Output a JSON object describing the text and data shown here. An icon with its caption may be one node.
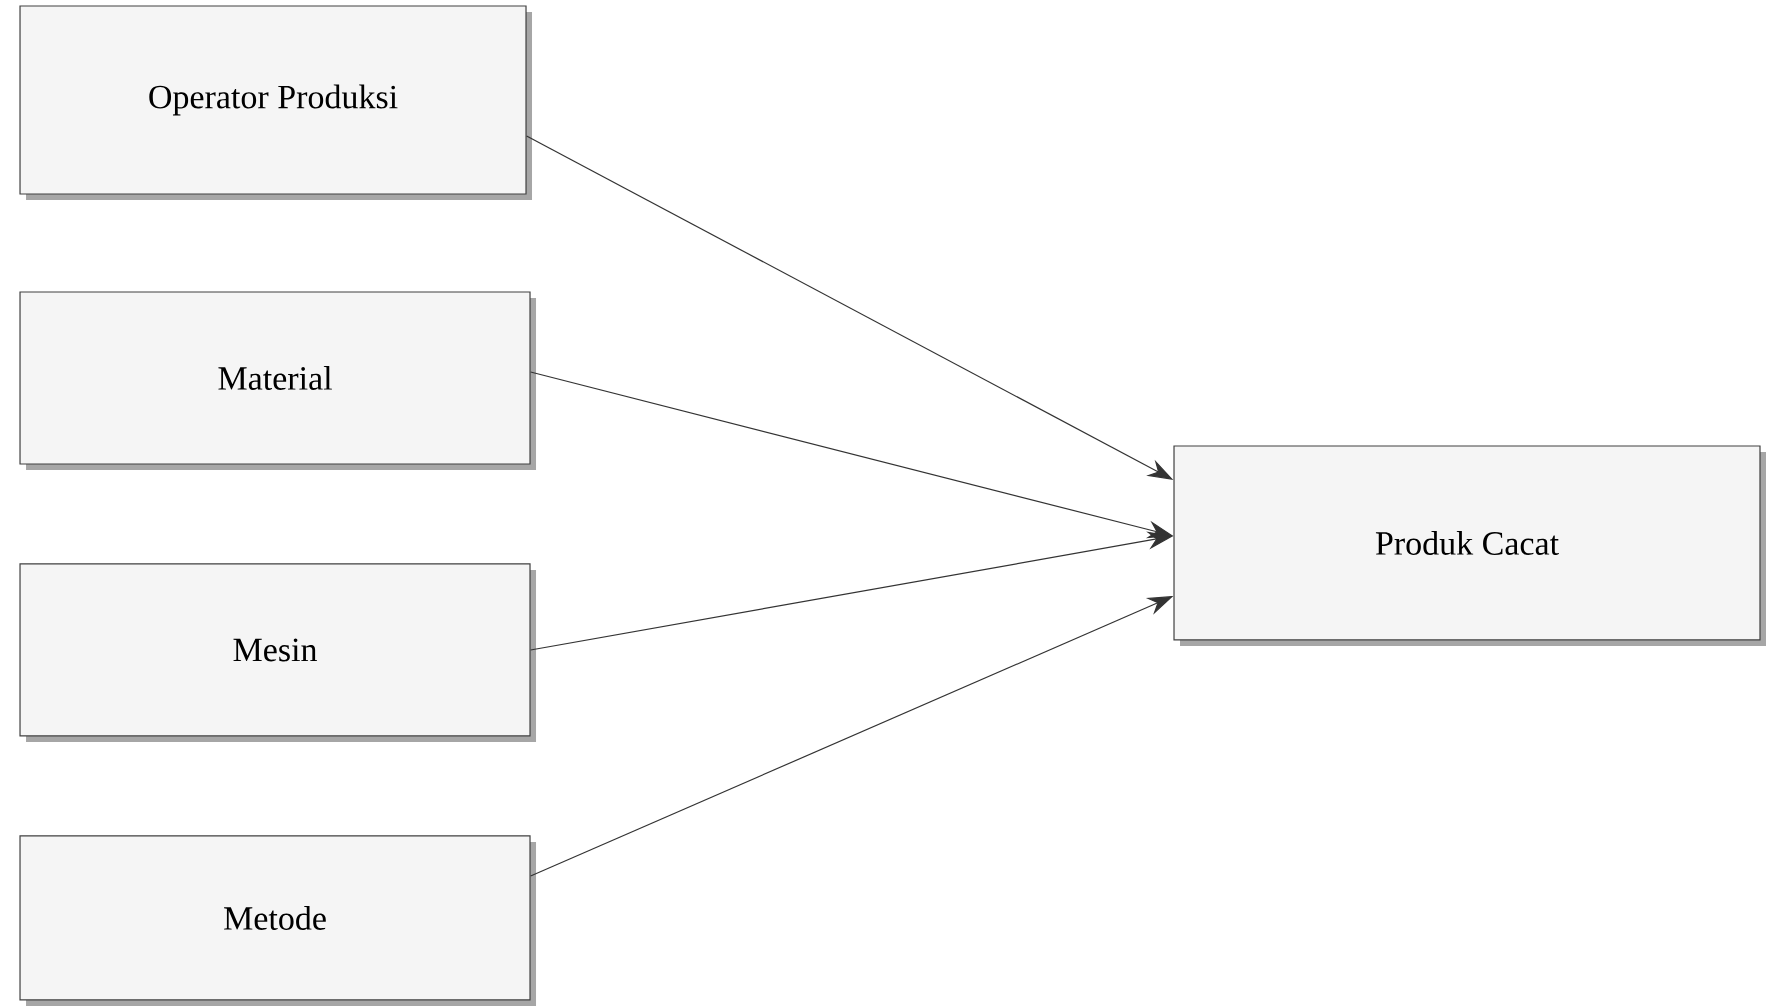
{
  "diagram": {
    "nodes": [
      {
        "text": [
          "Operator Produksi"
        ]
      },
      {
        "text": [
          "Material"
        ]
      },
      {
        "text": [
          "Mesin"
        ]
      },
      {
        "text": [
          "Metode"
        ]
      },
      {
        "text": [
          "Produk Cacat"
        ]
      }
    ],
    "edges": [
      {
        "from": 0,
        "to": 4,
        "arrow": "to"
      },
      {
        "from": 1,
        "to": 4,
        "arrow": "to"
      },
      {
        "from": 2,
        "to": 4,
        "arrow": "to"
      },
      {
        "from": 3,
        "to": 4,
        "arrow": "to"
      }
    ]
  }
}
